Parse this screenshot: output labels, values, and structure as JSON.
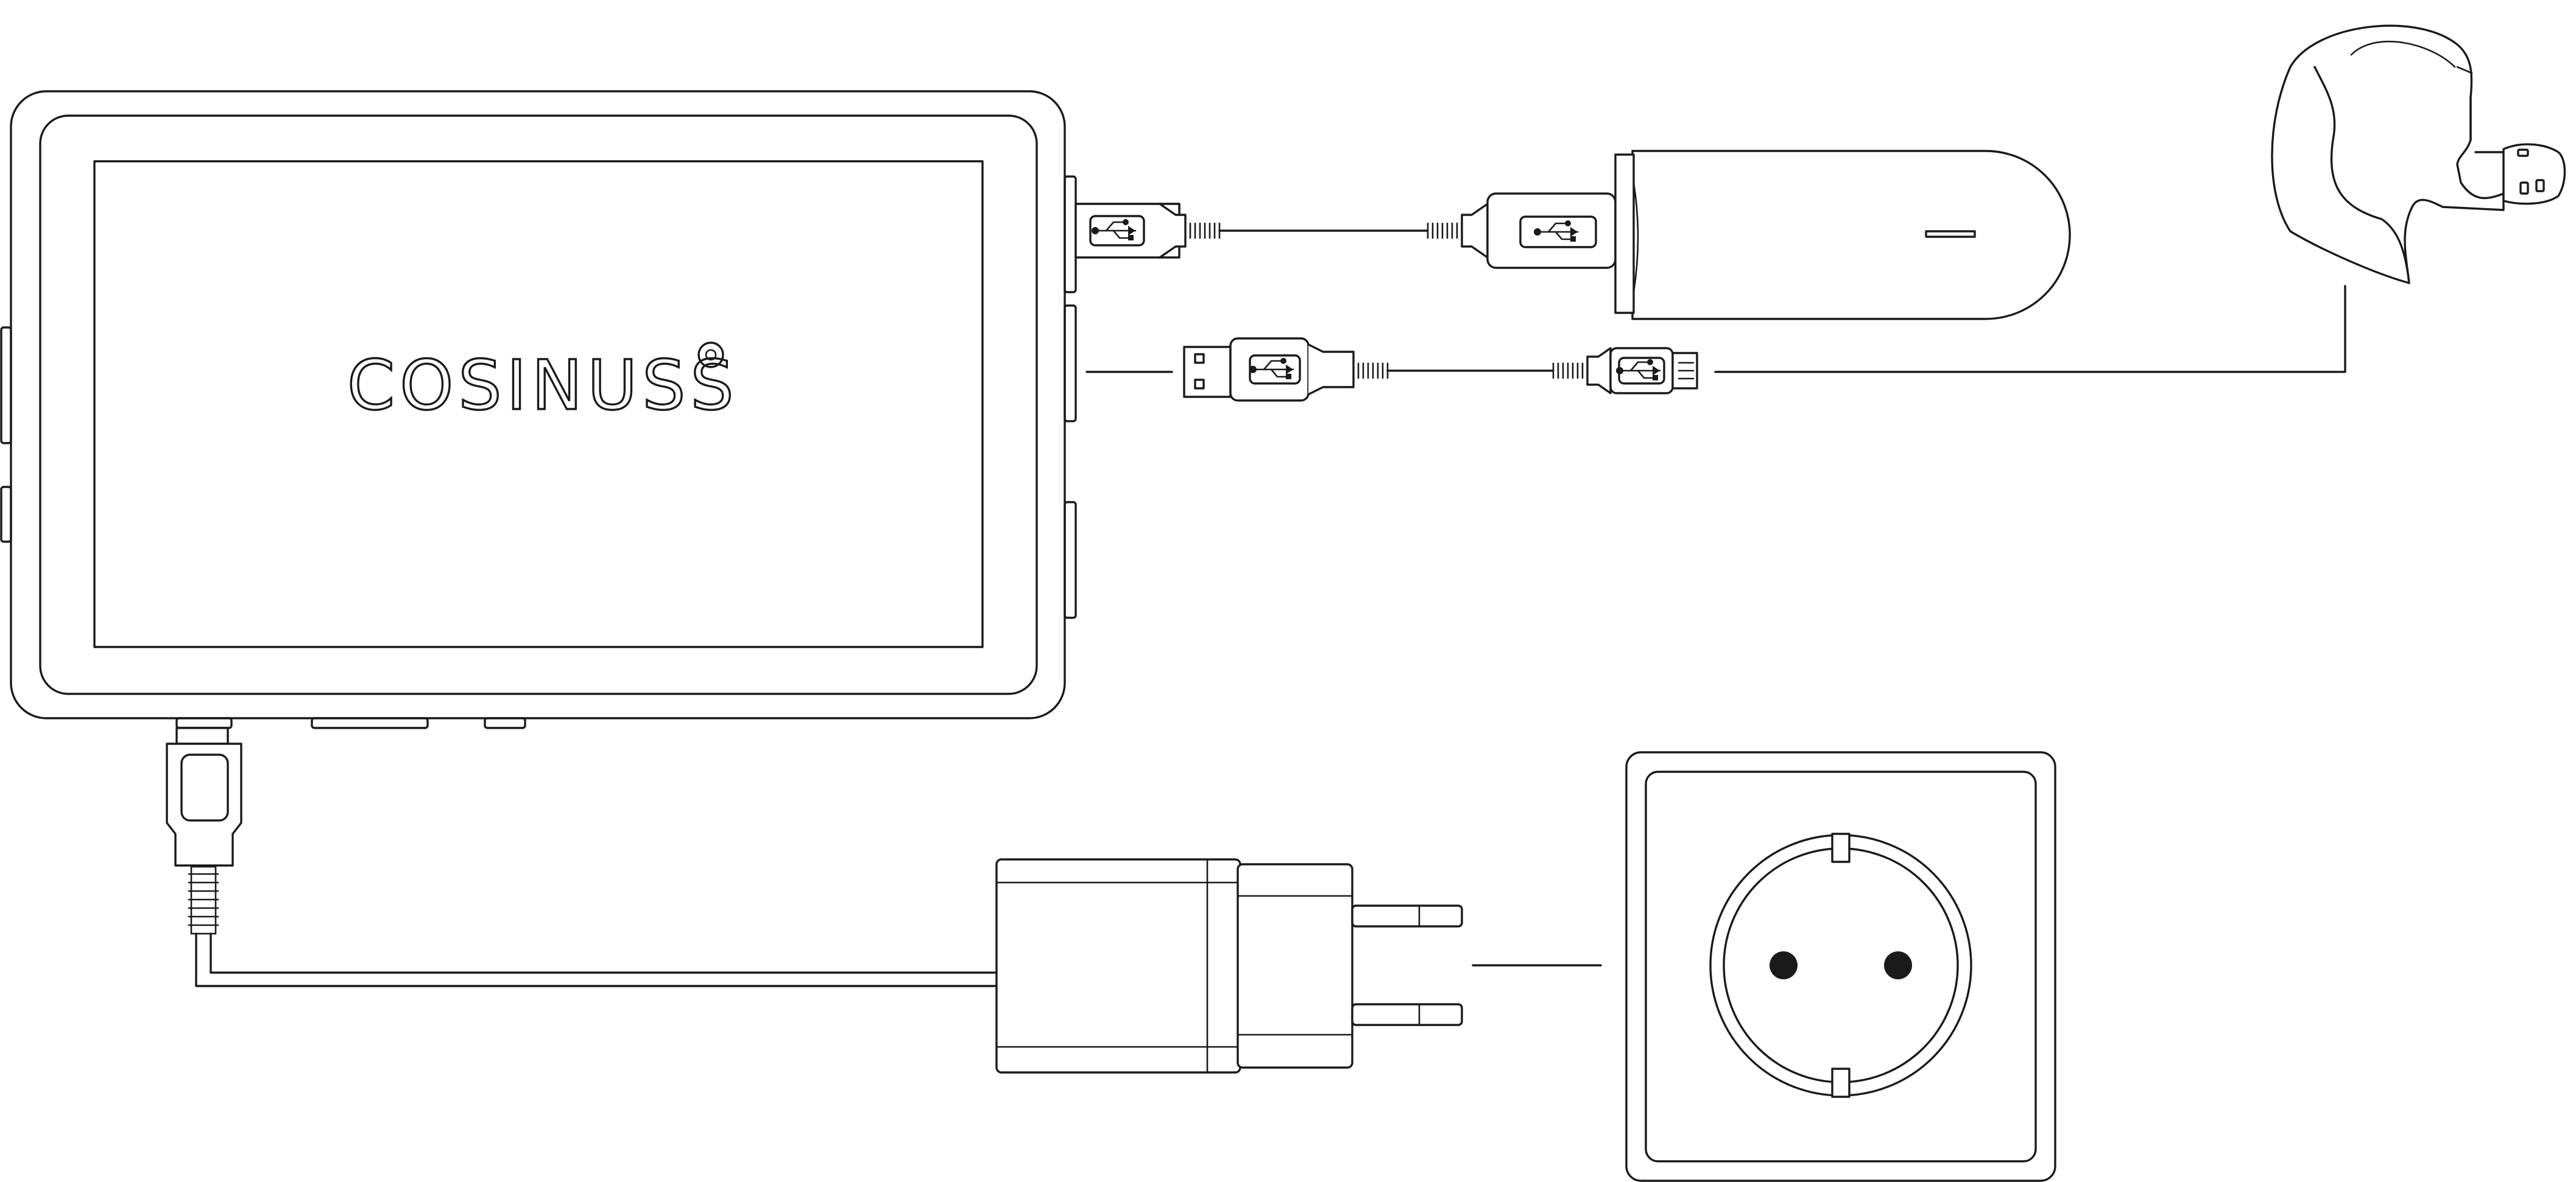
{
  "brand": {
    "logo_text": "COSINUSS"
  },
  "icons": [
    "tablet-device",
    "usb-stick-receiver",
    "earpiece-sensor",
    "usb-cable",
    "micro-usb-cable",
    "power-adapter",
    "wall-socket",
    "usb-symbol-icon",
    "registered-mark-icon"
  ],
  "colors": {
    "line": "#1a1a1a",
    "background": "#ffffff"
  }
}
